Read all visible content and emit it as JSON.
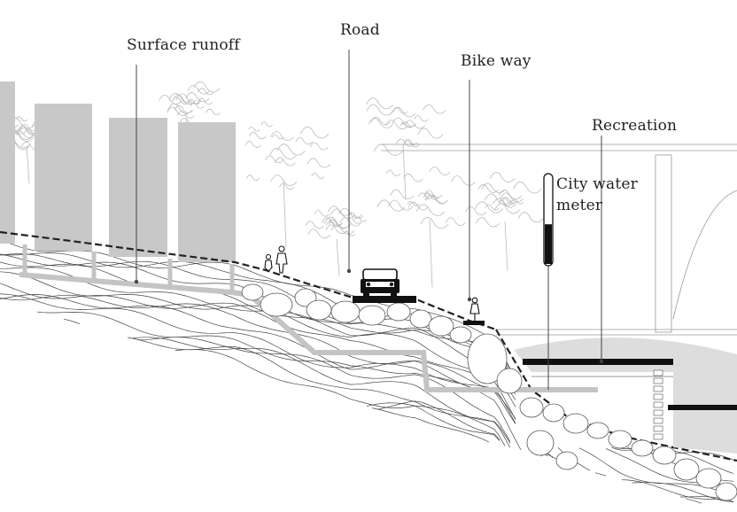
{
  "labels": {
    "surface_runoff": "Surface runoff",
    "road": "Road",
    "bike_way": "Bike way",
    "recreation": "Recreation",
    "city_water_meter_line1": "City water",
    "city_water_meter_line2": "meter"
  },
  "water_meter": {
    "fill_fraction": 0.45
  },
  "colors": {
    "building": "#c8c8c8",
    "pipe": "#c4c4c4",
    "line": "#222222",
    "sketch": "#bbbbbb",
    "ground": "#dddddd"
  }
}
